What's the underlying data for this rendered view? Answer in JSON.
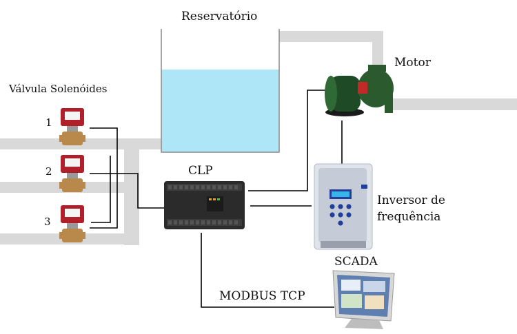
{
  "labels": {
    "reservoir": "Reservatório",
    "motor": "Motor",
    "valves_title": "Válvula Solenóides",
    "valve_1": "1",
    "valve_2": "2",
    "valve_3": "3",
    "plc": "CLP",
    "inverter_line1": "Inversor de",
    "inverter_line2": "frequência",
    "scada": "SCADA",
    "modbus": "MODBUS TCP"
  },
  "colors": {
    "pipe": "#d9d9d9",
    "water": "#aee6f7",
    "wire": "#000000",
    "plc_body": "#2b2b2b",
    "valve_coil": "#b0202a",
    "valve_body": "#b8894a",
    "motor_body": "#1f4a26",
    "inverter_body": "#dfe3ea",
    "inverter_display": "#1f3f9a"
  }
}
